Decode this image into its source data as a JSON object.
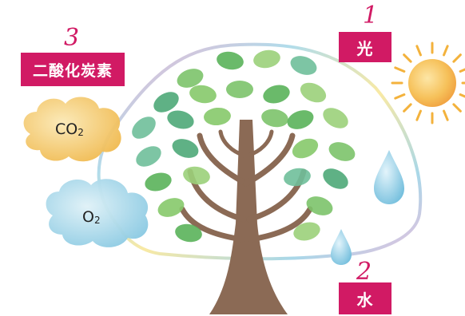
{
  "numbers": {
    "light": "1",
    "water": "2",
    "carbon_dioxide": "3"
  },
  "labels": {
    "light": "光",
    "water": "水",
    "carbon_dioxide": "二酸化炭素"
  },
  "clouds": {
    "co2": {
      "main": "CO",
      "sub": "2"
    },
    "o2": {
      "main": "O",
      "sub": "2"
    }
  },
  "colors": {
    "accent": "#d11a64",
    "trunk": "#8b6a55",
    "sun": "#f3b23c",
    "water": "#7cc3df",
    "co2_cloud": "#f2c05c",
    "o2_cloud": "#9fd3e6"
  },
  "icons": [
    "sun-icon",
    "water-drop-icon",
    "cloud-icon",
    "tree-icon",
    "leaf-icon"
  ]
}
